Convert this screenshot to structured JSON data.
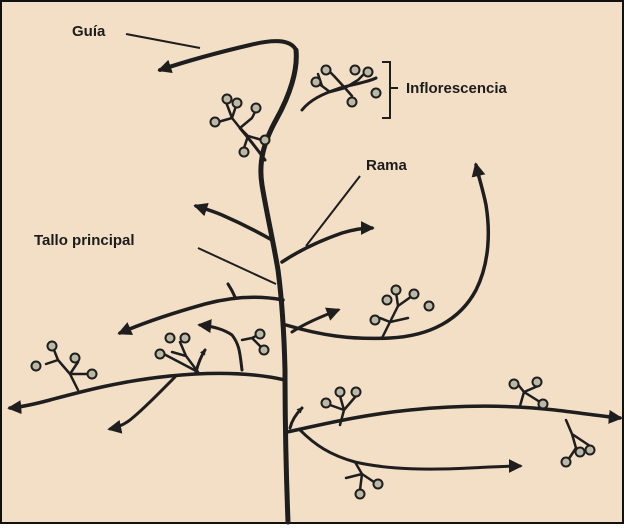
{
  "labels": {
    "guide": "Guía",
    "inflorescence": "Inflorescencia",
    "branch": "Rama",
    "main_stem": "Tallo principal"
  },
  "colors": {
    "background": "#f3dfc6",
    "ink": "#1e1e1e",
    "flower_fill": "#b9b9a5"
  }
}
